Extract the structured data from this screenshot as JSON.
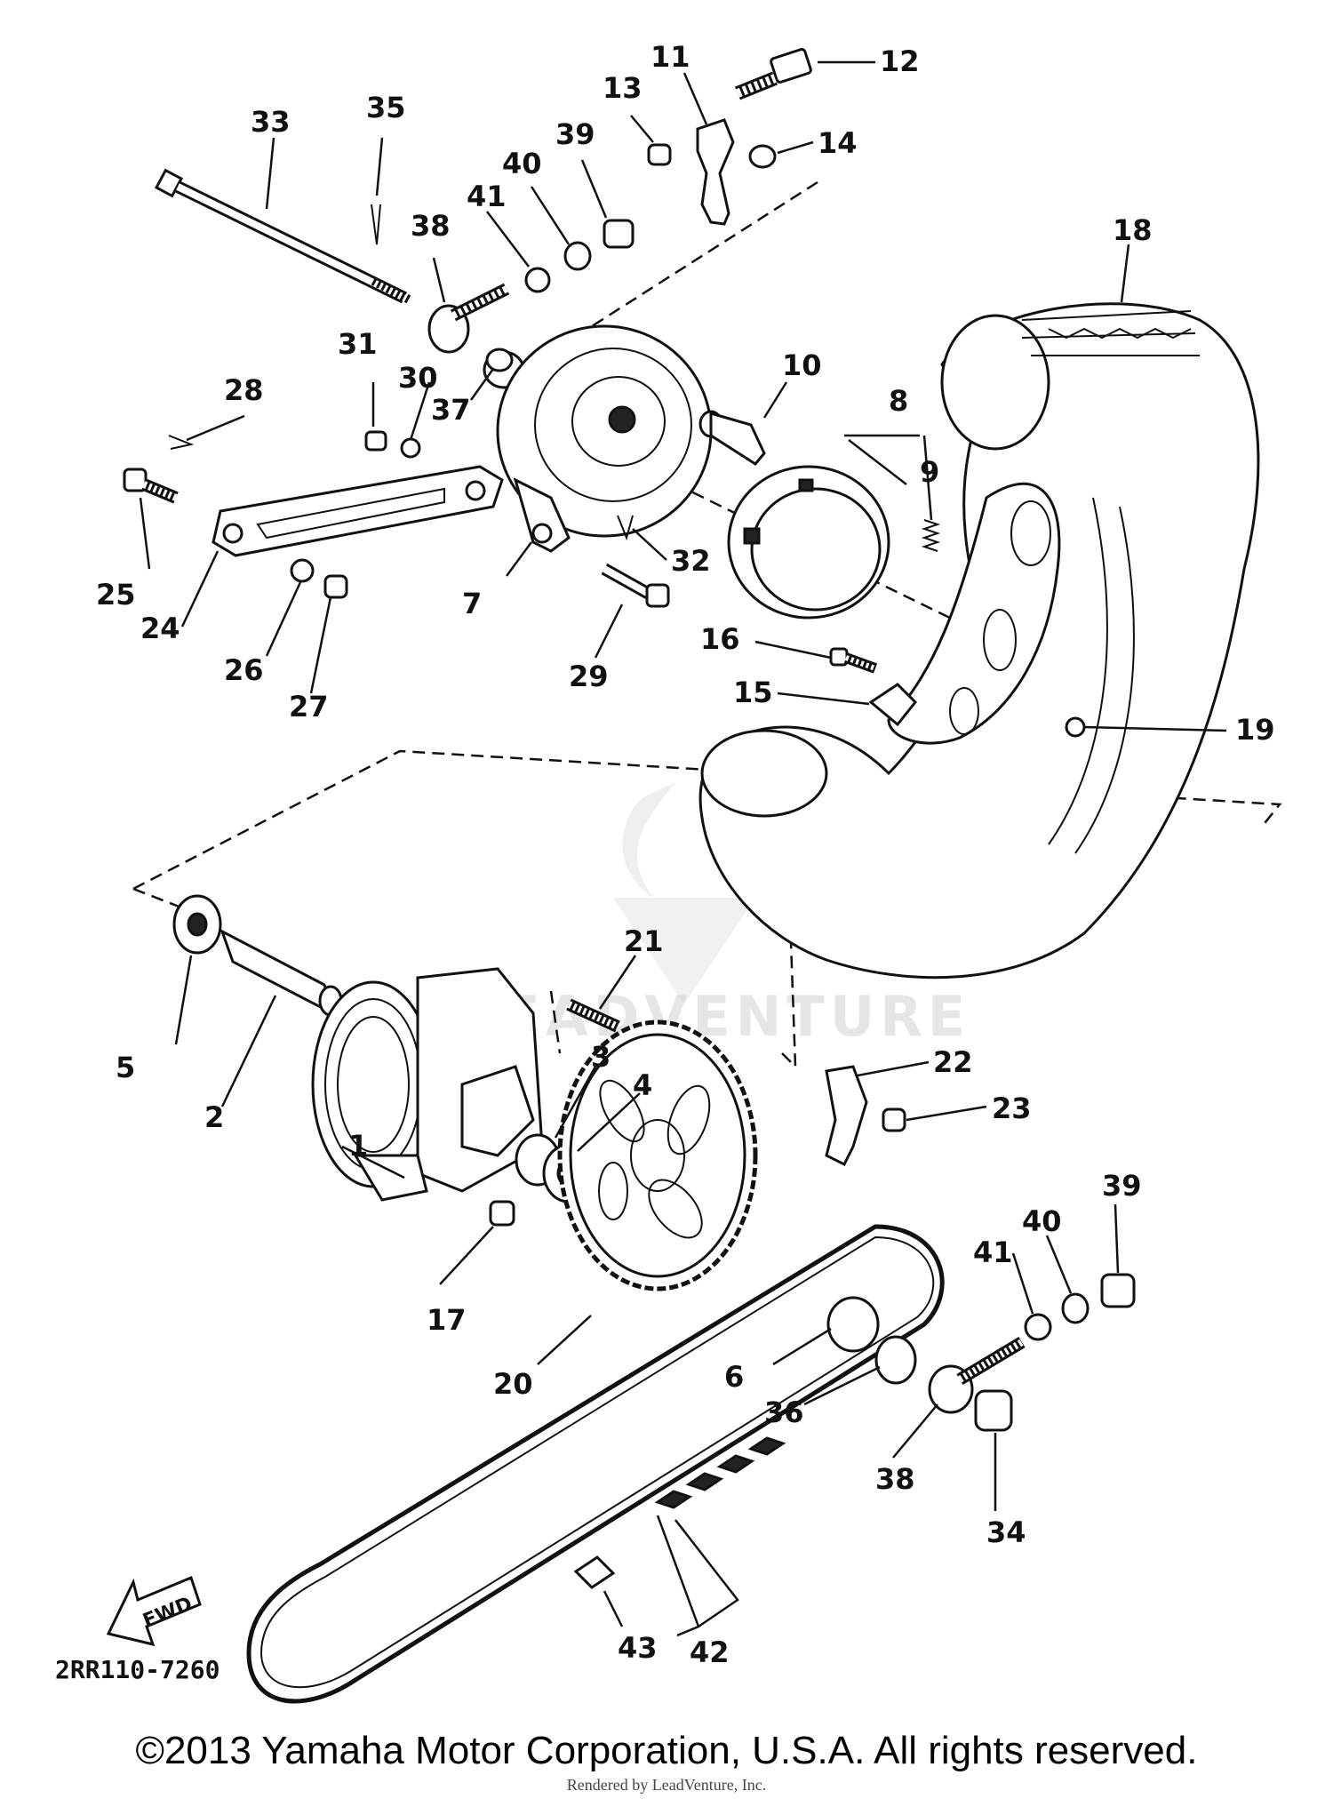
{
  "watermark": "LEADVENTURE",
  "fwd_arrow_label": "FWD",
  "diagram_code": "2RR110-7260",
  "copyright": "©2013 Yamaha Motor Corporation, U.S.A. All rights reserved.",
  "rendered_by": "Rendered by LeadVenture, Inc.",
  "callouts": [
    {
      "id": "c1",
      "label": "1"
    },
    {
      "id": "c2",
      "label": "2"
    },
    {
      "id": "c3",
      "label": "3"
    },
    {
      "id": "c4",
      "label": "4"
    },
    {
      "id": "c5",
      "label": "5"
    },
    {
      "id": "c6",
      "label": "6"
    },
    {
      "id": "c7",
      "label": "7"
    },
    {
      "id": "c8",
      "label": "8"
    },
    {
      "id": "c9",
      "label": "9"
    },
    {
      "id": "c10",
      "label": "10"
    },
    {
      "id": "c11",
      "label": "11"
    },
    {
      "id": "c12",
      "label": "12"
    },
    {
      "id": "c13",
      "label": "13"
    },
    {
      "id": "c14",
      "label": "14"
    },
    {
      "id": "c15",
      "label": "15"
    },
    {
      "id": "c16",
      "label": "16"
    },
    {
      "id": "c17",
      "label": "17"
    },
    {
      "id": "c18",
      "label": "18"
    },
    {
      "id": "c19",
      "label": "19"
    },
    {
      "id": "c20",
      "label": "20"
    },
    {
      "id": "c21",
      "label": "21"
    },
    {
      "id": "c22",
      "label": "22"
    },
    {
      "id": "c23",
      "label": "23"
    },
    {
      "id": "c24",
      "label": "24"
    },
    {
      "id": "c25",
      "label": "25"
    },
    {
      "id": "c26",
      "label": "26"
    },
    {
      "id": "c27",
      "label": "27"
    },
    {
      "id": "c28",
      "label": "28"
    },
    {
      "id": "c29",
      "label": "29"
    },
    {
      "id": "c30",
      "label": "30"
    },
    {
      "id": "c31",
      "label": "31"
    },
    {
      "id": "c32",
      "label": "32"
    },
    {
      "id": "c33",
      "label": "33"
    },
    {
      "id": "c34",
      "label": "34"
    },
    {
      "id": "c35",
      "label": "35"
    },
    {
      "id": "c36",
      "label": "36"
    },
    {
      "id": "c37",
      "label": "37"
    },
    {
      "id": "c38a",
      "label": "38"
    },
    {
      "id": "c38b",
      "label": "38"
    },
    {
      "id": "c39a",
      "label": "39"
    },
    {
      "id": "c39b",
      "label": "39"
    },
    {
      "id": "c40a",
      "label": "40"
    },
    {
      "id": "c40b",
      "label": "40"
    },
    {
      "id": "c41a",
      "label": "41"
    },
    {
      "id": "c41b",
      "label": "41"
    },
    {
      "id": "c42",
      "label": "42"
    },
    {
      "id": "c43",
      "label": "43"
    }
  ]
}
